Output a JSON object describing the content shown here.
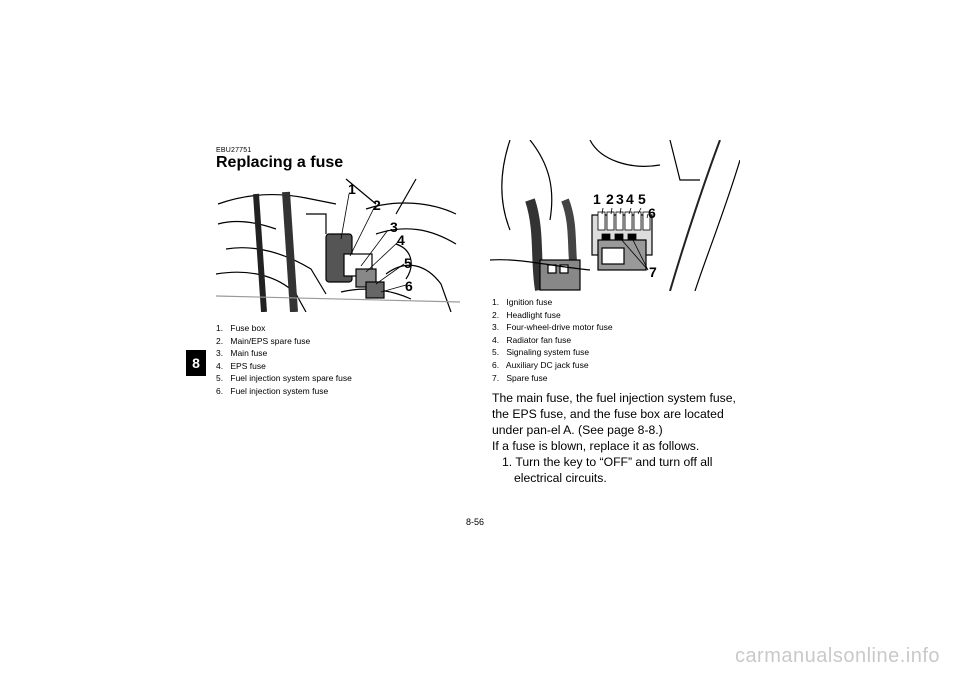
{
  "chapter_tab": "8",
  "section": {
    "code": "EBU27751",
    "title": "Replacing a fuse"
  },
  "figure1": {
    "callouts": [
      "1",
      "2",
      "3",
      "4",
      "5",
      "6"
    ],
    "legend": [
      {
        "num": "1.",
        "text": "Fuse box"
      },
      {
        "num": "2.",
        "text": "Main/EPS spare fuse"
      },
      {
        "num": "3.",
        "text": "Main fuse"
      },
      {
        "num": "4.",
        "text": "EPS fuse"
      },
      {
        "num": "5.",
        "text": "Fuel injection system spare fuse"
      },
      {
        "num": "6.",
        "text": "Fuel injection system fuse"
      }
    ]
  },
  "figure2": {
    "callouts": [
      "1",
      "2",
      "3",
      "4",
      "5",
      "6",
      "7"
    ],
    "legend": [
      {
        "num": "1.",
        "text": "Ignition fuse"
      },
      {
        "num": "2.",
        "text": "Headlight fuse"
      },
      {
        "num": "3.",
        "text": "Four-wheel-drive motor fuse"
      },
      {
        "num": "4.",
        "text": "Radiator fan fuse"
      },
      {
        "num": "5.",
        "text": "Signaling system fuse"
      },
      {
        "num": "6.",
        "text": "Auxiliary DC jack fuse"
      },
      {
        "num": "7.",
        "text": "Spare fuse"
      }
    ]
  },
  "body": {
    "para1": "The main fuse, the fuel injection system fuse, the EPS fuse, and the fuse box are located under pan-el A. (See page 8-8.)",
    "para2": "If a fuse is blown, replace it as follows.",
    "step1": "1. Turn the key to “OFF” and turn off all electrical circuits."
  },
  "page_number": "8-56",
  "watermark": "carmanualsonline.info"
}
